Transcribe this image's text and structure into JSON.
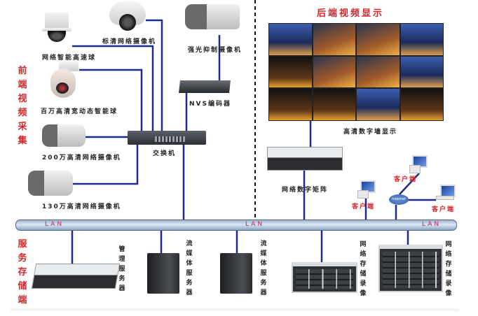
{
  "sections": {
    "front_end": "前端视频采集",
    "back_end_display": "后端视频显示",
    "service_storage": "服务存储端"
  },
  "devices": {
    "speed_dome": "网络智能高速球",
    "sd_camera": "标清网络摄像机",
    "megapixel_dome": "百万高清宽动态智能球",
    "cam_2mp": "200万高清网络摄像机",
    "cam_1_3mp": "130万高清网络摄像机",
    "glare_camera": "强光抑制摄像机",
    "nvs_encoder": "NVS编码器",
    "switch": "交换机",
    "video_wall": "高清数字墙显示",
    "matrix": "网络数字矩阵",
    "client": "客户端",
    "internet": "Internet",
    "mgmt_server": "管理服务器",
    "stream_server": "流媒体服务器",
    "nvr": "网络存储录像"
  },
  "network": {
    "lan_label": "LAN"
  },
  "colors": {
    "wire": "#1e2a8c",
    "section_title": "#d3262a",
    "lan_pipe": "#b8c9df"
  }
}
